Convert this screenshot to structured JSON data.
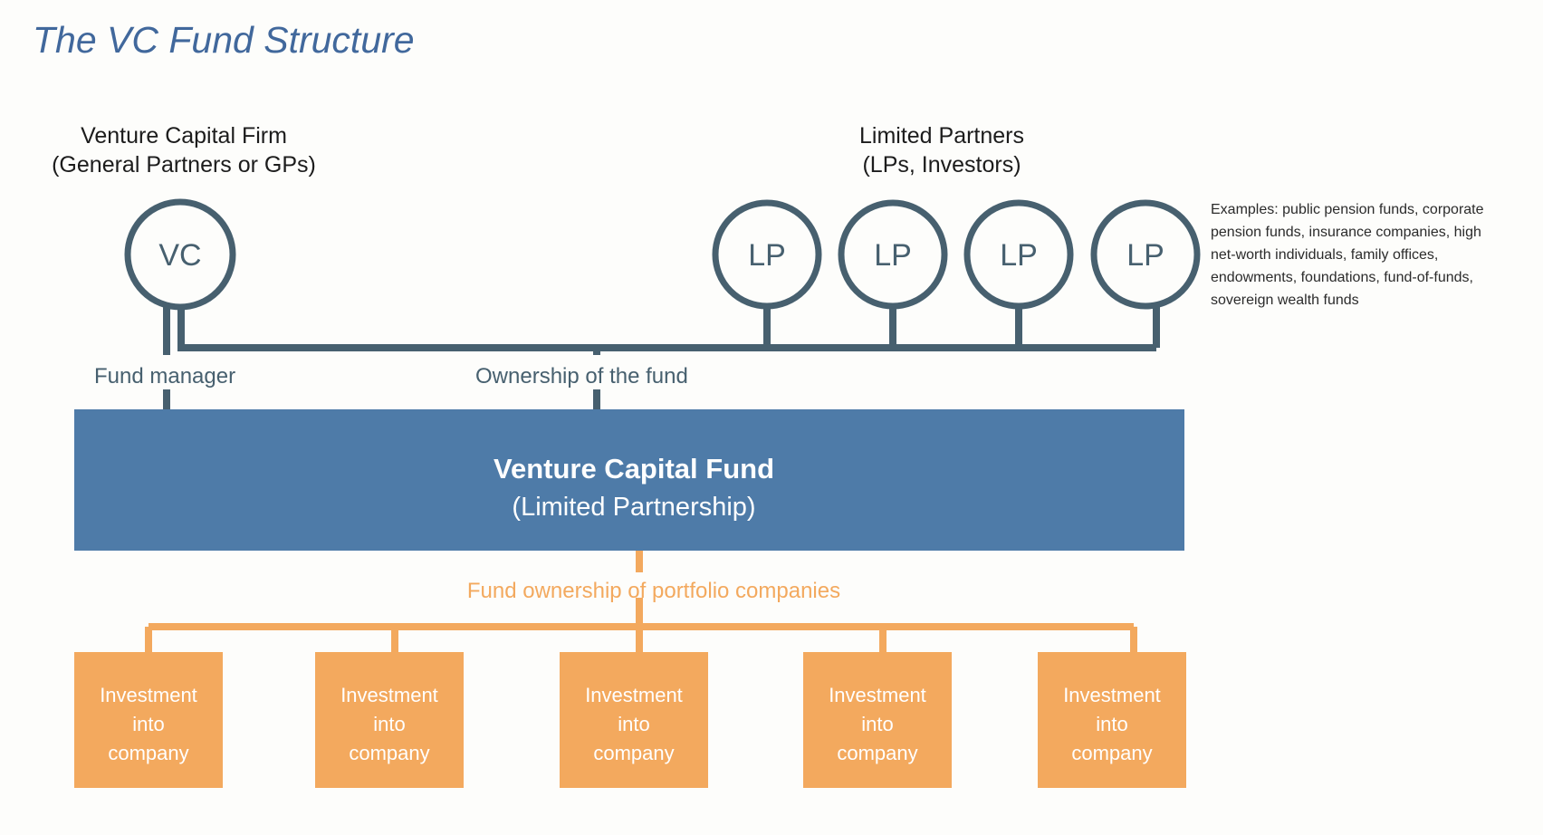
{
  "page": {
    "title": "The VC Fund Structure",
    "background_color": "#FDFDFB"
  },
  "colors": {
    "title_blue": "#41689C",
    "fund_blue": "#4E7BA8",
    "orange": "#F3A95E",
    "dark_slate": "#47606F",
    "white": "#FFFFFF",
    "body_text": "#1C1C1C"
  },
  "groups": {
    "vc": {
      "heading_line1": "Venture Capital Firm",
      "heading_line2": "(General Partners or GPs)",
      "node_label": "VC"
    },
    "lp": {
      "heading_line1": "Limited Partners",
      "heading_line2": "(LPs, Investors)",
      "nodes": [
        {
          "label": "LP"
        },
        {
          "label": "LP"
        },
        {
          "label": "LP"
        },
        {
          "label": "LP"
        }
      ]
    }
  },
  "edges": {
    "fund_manager": "Fund manager",
    "ownership_of_fund": "Ownership of the fund",
    "fund_ownership_portfolio": "Fund ownership of portfolio companies"
  },
  "fund": {
    "title": "Venture Capital Fund",
    "subtitle": "(Limited Partnership)"
  },
  "portfolio": {
    "boxes": [
      {
        "line1": "Investment",
        "line2": "into",
        "line3": "company"
      },
      {
        "line1": "Investment",
        "line2": "into",
        "line3": "company"
      },
      {
        "line1": "Investment",
        "line2": "into",
        "line3": "company"
      },
      {
        "line1": "Investment",
        "line2": "into",
        "line3": "company"
      },
      {
        "line1": "Investment",
        "line2": "into",
        "line3": "company"
      }
    ]
  },
  "note": {
    "lines": [
      "Examples: public pension funds, corporate",
      "pension funds, insurance companies, high",
      "net-worth individuals, family offices,",
      "endowments, foundations, fund-of-funds,",
      "sovereign wealth funds"
    ]
  }
}
